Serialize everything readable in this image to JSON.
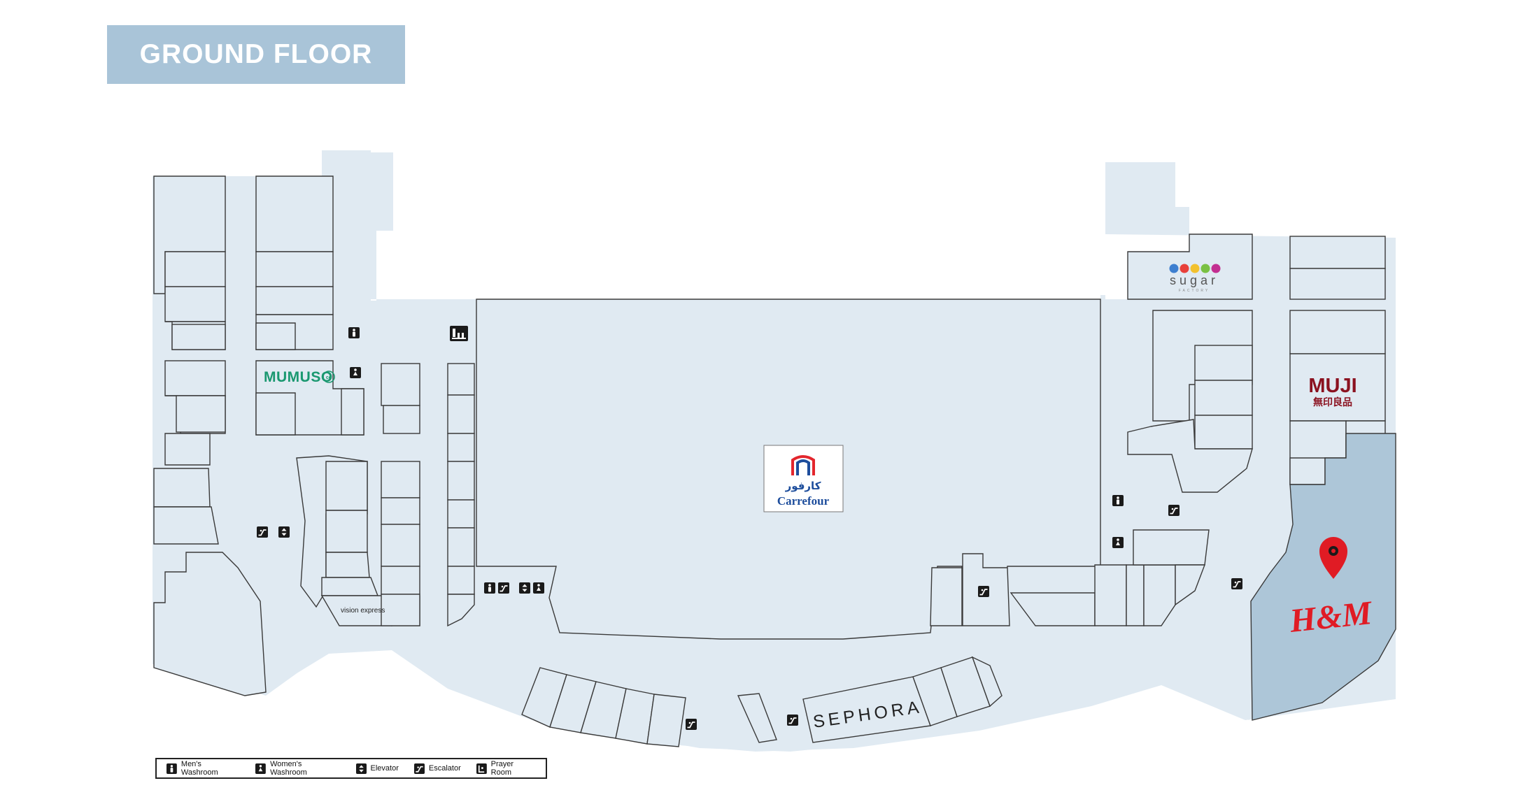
{
  "title": "GROUND FLOOR",
  "stores": {
    "mumuso": "MUMUSO",
    "mumuso_badge": "co",
    "vision_express": "vision express",
    "carrefour_arabic": "كارفور",
    "carrefour": "Carrefour",
    "sugar": "sugar",
    "sugar_sub": "FACTORY",
    "muji": "MUJI",
    "muji_jp": "無印良品",
    "hm": "H&M",
    "sephora": "SEPHORA"
  },
  "highlighted_store": "H&M",
  "colors": {
    "floor": "#e0eaf2",
    "highlight": "#adc6d8",
    "title_bg": "#a9c4d8",
    "pin": "#e01b24",
    "mumuso": "#1a9870",
    "muji": "#8b1220",
    "carrefour_blue": "#1d4d9c",
    "carrefour_red": "#e3262d"
  },
  "legend": [
    {
      "icon": "mens-washroom-icon",
      "label": "Men's Washroom"
    },
    {
      "icon": "womens-washroom-icon",
      "label": "Women's Washroom"
    },
    {
      "icon": "elevator-icon",
      "label": "Elevator"
    },
    {
      "icon": "escalator-icon",
      "label": "Escalator"
    },
    {
      "icon": "prayer-room-icon",
      "label": "Prayer Room"
    }
  ]
}
